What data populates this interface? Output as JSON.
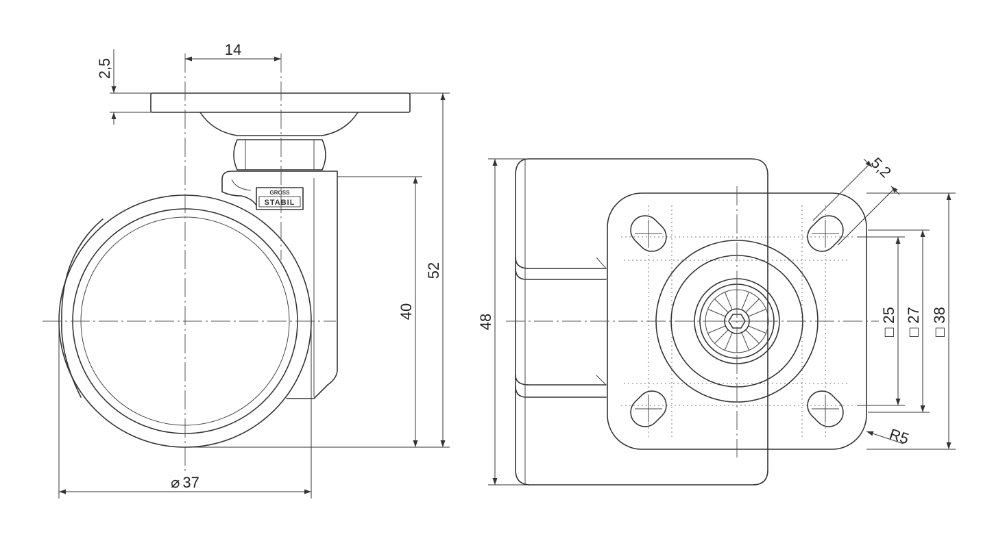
{
  "dimensions": {
    "plate_thickness": "2,5",
    "axle_offset": "14",
    "overall_height": "52",
    "wheel_center_height": "40",
    "wheel_diameter_symbol": "⌀",
    "wheel_diameter": "37",
    "overall_width": "48",
    "hole_diameter": "5,2",
    "corner_radius": "R5",
    "square_symbol": "□",
    "hole_spacing_inner": "25",
    "hole_spacing_outer": "27",
    "plate_size": "38"
  },
  "logo": {
    "top": "GROSS",
    "bottom": "STABIL"
  }
}
